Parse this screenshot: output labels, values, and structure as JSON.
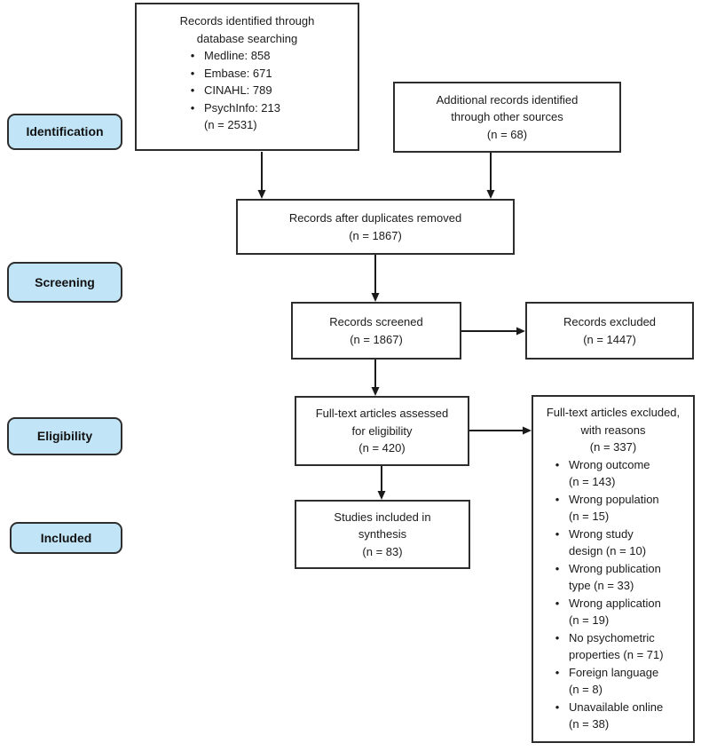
{
  "icons": {
    "bullet": "•"
  },
  "colors": {
    "stage_fill": "#c1e5f7",
    "stage_border": "#2e2e2e",
    "box_border": "#2d2d2d",
    "arrow": "#1a1a1a",
    "text": "#1b1b1b",
    "background": "#ffffff"
  },
  "stages": [
    {
      "label": "Identification"
    },
    {
      "label": "Screening"
    },
    {
      "label": "Eligibility"
    },
    {
      "label": "Included"
    }
  ],
  "boxes": {
    "identified": {
      "line1": "Records identified through",
      "line2": "database searching",
      "bullets": [
        "Medline: 858",
        "Embase: 671",
        "CINAHL: 789",
        "PsychInfo: 213"
      ],
      "count": "(n = 2531)"
    },
    "additional": {
      "line1": "Additional records identified",
      "line2": "through other sources",
      "count": "(n = 68)"
    },
    "duplicates": {
      "line1": "Records after duplicates removed",
      "count": "(n = 1867)"
    },
    "screened": {
      "line1": "Records screened",
      "count": "(n = 1867)"
    },
    "excluded": {
      "line1": "Records excluded",
      "count": "(n = 1447)"
    },
    "fulltext": {
      "line1": "Full-text articles assessed",
      "line2": "for eligibility",
      "count": "(n = 420)"
    },
    "synthesis": {
      "line1": "Studies included in",
      "line2": "synthesis",
      "count": "(n = 83)"
    },
    "reasons": {
      "line1": "Full-text articles excluded,",
      "line2": "with reasons",
      "count": "(n = 337)",
      "bullets": [
        [
          "Wrong outcome",
          "(n = 143)"
        ],
        [
          "Wrong population",
          "(n = 15)"
        ],
        [
          "Wrong study",
          "design (n = 10)"
        ],
        [
          "Wrong publication",
          "type (n = 33)"
        ],
        [
          "Wrong application",
          "(n = 19)"
        ],
        [
          "No psychometric",
          "properties (n = 71)"
        ],
        [
          "Foreign language",
          "(n = 8)"
        ],
        [
          "Unavailable online",
          "(n = 38)"
        ]
      ]
    }
  }
}
